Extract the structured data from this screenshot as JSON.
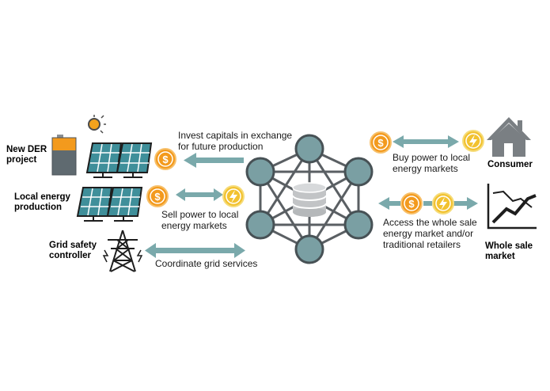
{
  "actors": {
    "new_der": "New DER\nproject",
    "local_production": "Local energy\nproduction",
    "grid_controller": "Grid safety\ncontroller",
    "consumer": "Consumer",
    "wholesale_market": "Whole sale\nmarket"
  },
  "flows": {
    "invest": "Invest capitals in exchange\nfor future production",
    "sell": "Sell power to local\nenergy markets",
    "coordinate": "Coordinate grid services",
    "buy": "Buy power to local\nenergy markets",
    "access": "Access the whole sale\nenergy market and/or\ntraditional retailers"
  },
  "colors": {
    "arrow": "#7aa9ab",
    "node_fill": "#7a9fa3",
    "node_stroke": "#475155",
    "edge": "#5a5f63",
    "coin": "#f39a1d",
    "bolt": "#f2c230",
    "panel": "#3f8f9a"
  }
}
